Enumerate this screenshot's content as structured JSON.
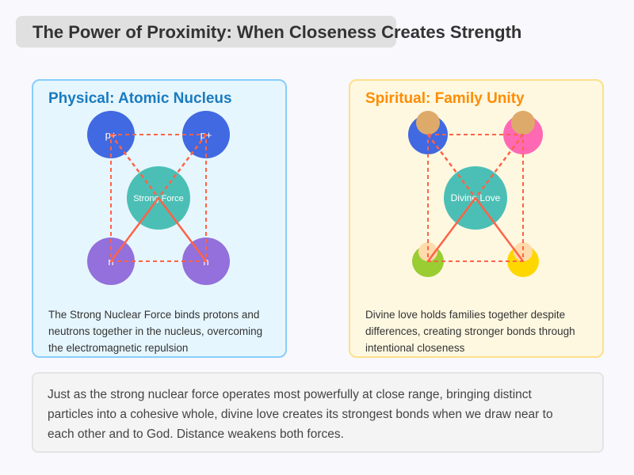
{
  "title": "The Power of Proximity: When Closeness Creates Strength",
  "physical": {
    "heading": "Physical: Atomic Nucleus",
    "center_label": "Strong Force",
    "proton_label": "p+",
    "neutron_label": "n",
    "description": "The Strong Nuclear Force binds protons and neutrons together in the nucleus, overcoming the electromagnetic repulsion"
  },
  "spiritual": {
    "heading": "Spiritual: Family Unity",
    "center_label": "Divine Love",
    "description": "Divine love holds families together despite differences, creating stronger bonds through intentional closeness"
  },
  "summary": "Just as the strong nuclear force operates most powerfully at close range, bringing distinct particles into a cohesive whole, divine love creates its strongest bonds when we draw near to each other and to God. Distance weakens both forces.",
  "colors": {
    "proton": "#4169e1",
    "neutron": "#9370db",
    "center": "#4bbfb5",
    "line": "#ff6347",
    "physical_heading": "#1a7bbf",
    "spiritual_heading": "#ff8c00"
  }
}
